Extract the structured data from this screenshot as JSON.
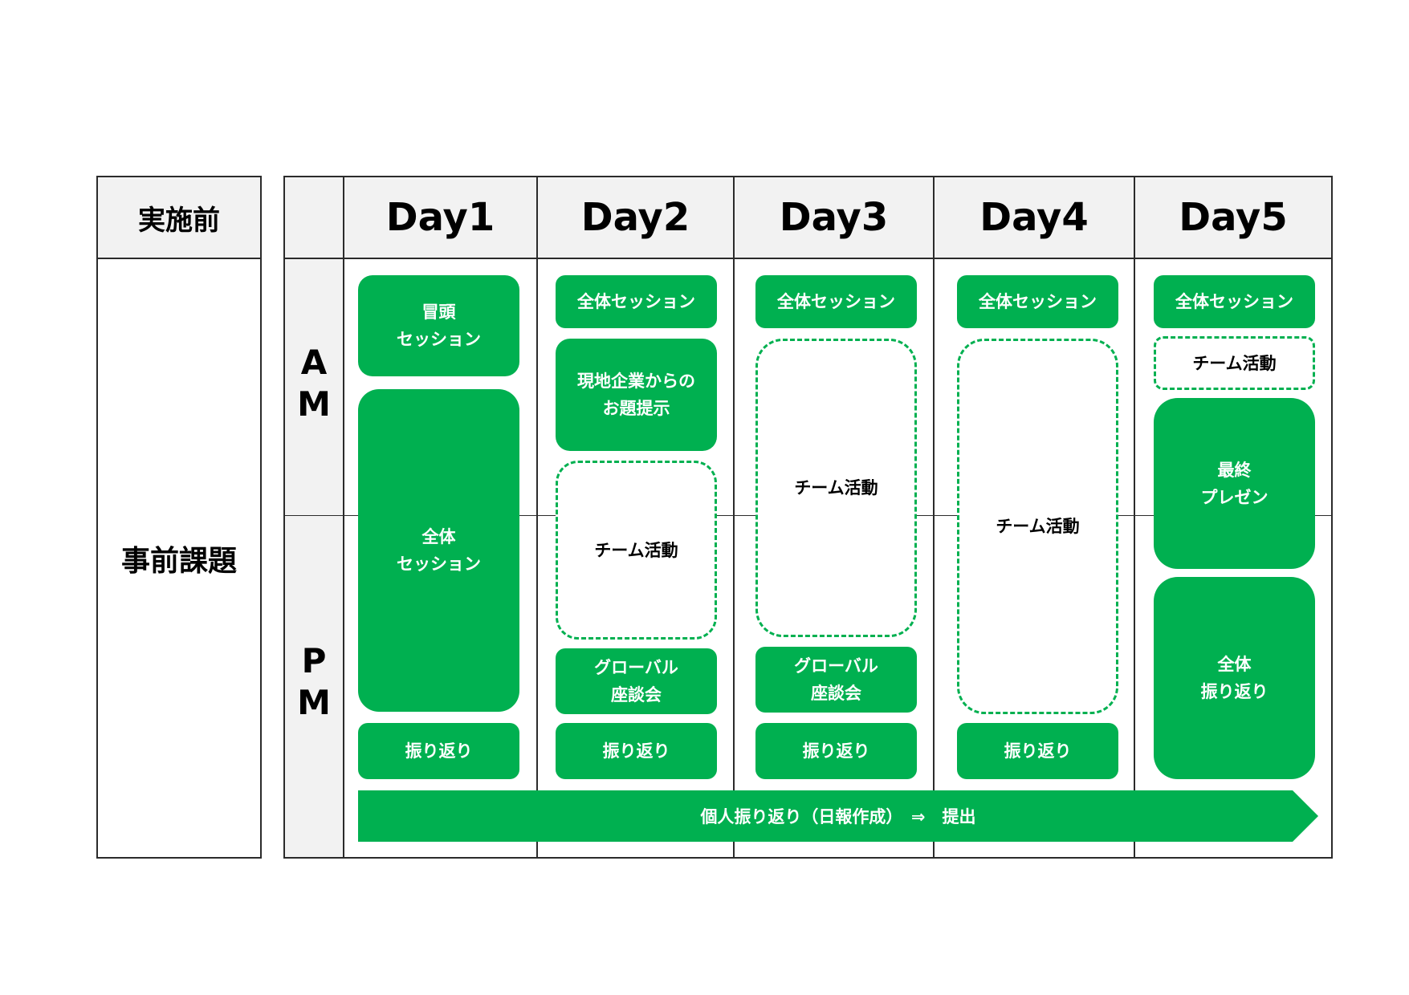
{
  "pre": {
    "header": "実施前",
    "body": "事前課題"
  },
  "periods": {
    "am": "A\nM",
    "pm": "P\nM"
  },
  "days": [
    "Day1",
    "Day2",
    "Day3",
    "Day4",
    "Day5"
  ],
  "day1": {
    "opening": "冒頭\nセッション",
    "session": "全体\nセッション",
    "reflection": "振り返り"
  },
  "day2": {
    "session": "全体セッション",
    "assignment": "現地企業からの\nお題提示",
    "team": "チーム活動",
    "roundtable": "グローバル\n座談会",
    "reflection": "振り返り"
  },
  "day3": {
    "session": "全体セッション",
    "team": "チーム活動",
    "roundtable": "グローバル\n座談会",
    "reflection": "振り返り"
  },
  "day4": {
    "session": "全体セッション",
    "team": "チーム活動",
    "reflection": "振り返り"
  },
  "day5": {
    "session": "全体セッション",
    "team": "チーム活動",
    "presentation": "最終\nプレゼン",
    "reflection": "全体\n振り返り"
  },
  "arrow": {
    "label": "個人振り返り（日報作成）　⇒　提出"
  },
  "colors": {
    "green": "#00b050",
    "header_bg": "#f2f2f2",
    "line": "#2b2b2b"
  }
}
